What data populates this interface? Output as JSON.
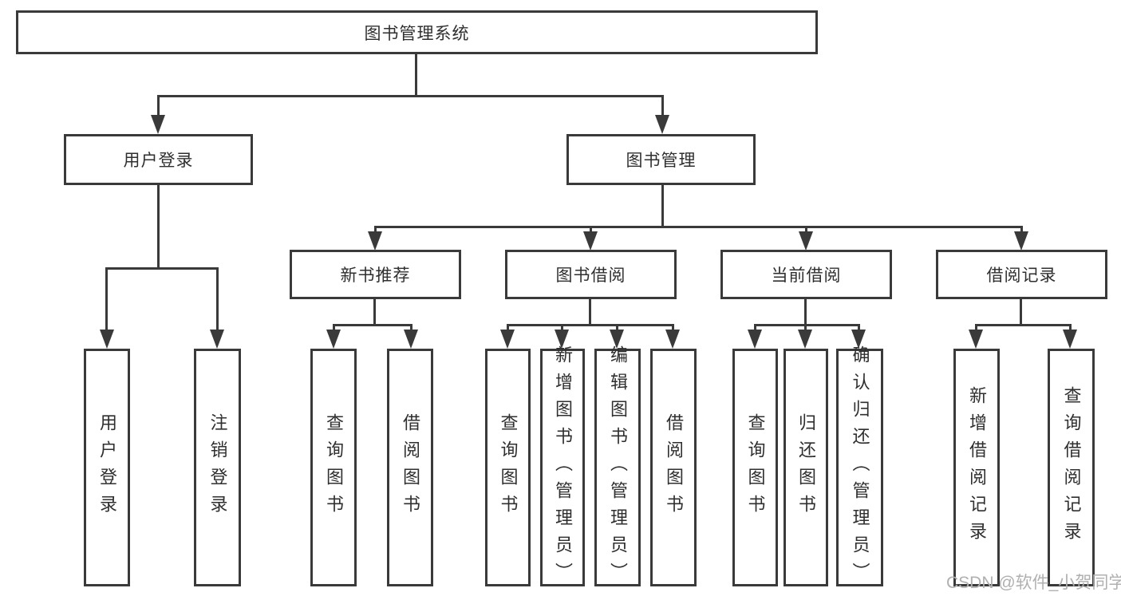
{
  "theme": {
    "line": "#3a3a3a",
    "border": "#3a3a3a",
    "text": "#2f2f2f",
    "wm": "#b0b0b0",
    "bg": "#ffffff"
  },
  "tree": {
    "root": "图书管理系统",
    "branches": [
      {
        "label": "用户登录",
        "children": [
          {
            "label": "用户登录"
          },
          {
            "label": "注销登录"
          }
        ]
      },
      {
        "label": "图书管理",
        "groups": [
          {
            "label": "新书推荐",
            "children": [
              {
                "label": "查询图书"
              },
              {
                "label": "借阅图书"
              }
            ]
          },
          {
            "label": "图书借阅",
            "children": [
              {
                "label": "查询图书"
              },
              {
                "label": "新增图书（管理员）"
              },
              {
                "label": "编辑图书（管理员）"
              },
              {
                "label": "借阅图书"
              }
            ]
          },
          {
            "label": "当前借阅",
            "children": [
              {
                "label": "查询图书"
              },
              {
                "label": "归还图书"
              },
              {
                "label": "确认归还（管理员）"
              }
            ]
          },
          {
            "label": "借阅记录",
            "children": [
              {
                "label": "新增借阅记录"
              },
              {
                "label": "查询借阅记录"
              }
            ]
          }
        ]
      }
    ]
  },
  "watermark": {
    "text": "CSDN @软件_小贺同学"
  }
}
